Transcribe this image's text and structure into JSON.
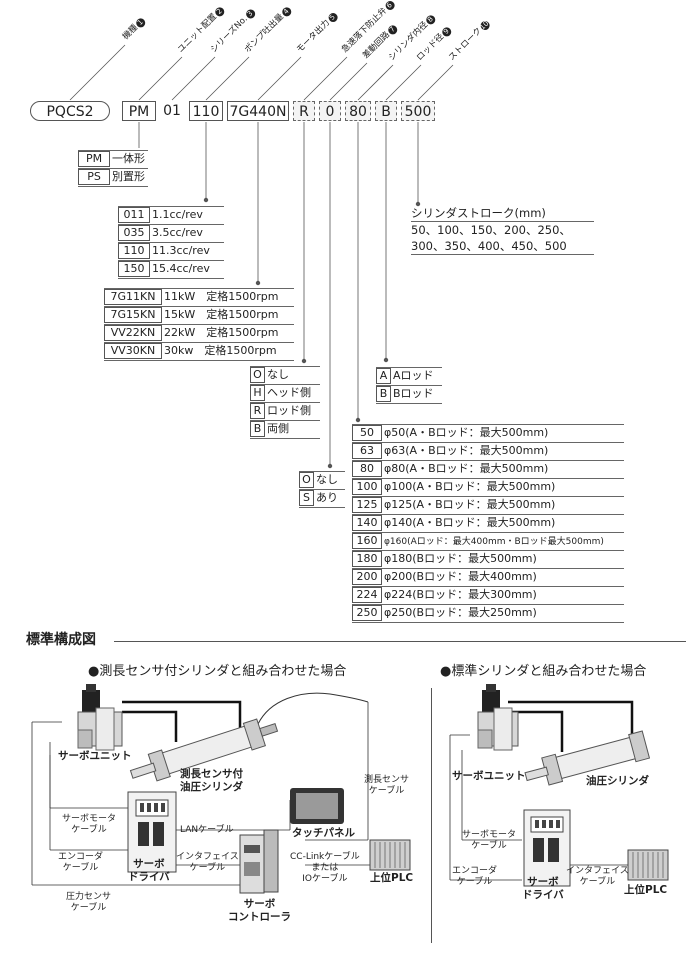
{
  "model_parts": {
    "base": "PQCS2",
    "unit": "PM",
    "series": "01",
    "pump": "110",
    "motor": "7G440N",
    "fall_prevent": "R",
    "return_circuit": "0",
    "cyl_bore": "80",
    "rod": "B",
    "stroke": "500"
  },
  "headers": [
    {
      "label": "機種",
      "num": "1"
    },
    {
      "label": "ユニット配置",
      "num": "2"
    },
    {
      "label": "シリーズNo.",
      "num": "3"
    },
    {
      "label": "ポンプ吐出量",
      "num": "4"
    },
    {
      "label": "モータ出力",
      "num": "5"
    },
    {
      "label": "急速落下防止弁",
      "num": "6"
    },
    {
      "label": "差動回路",
      "num": "7"
    },
    {
      "label": "シリンダ内径",
      "num": "8"
    },
    {
      "label": "ロッド径",
      "num": "9"
    },
    {
      "label": "ストローク",
      "num": "10"
    }
  ],
  "unit_options": [
    {
      "code": "PM",
      "desc": "一体形"
    },
    {
      "code": "PS",
      "desc": "別置形"
    }
  ],
  "pump_options": [
    {
      "code": "011",
      "desc": "1.1cc/rev"
    },
    {
      "code": "035",
      "desc": "3.5cc/rev"
    },
    {
      "code": "110",
      "desc": "11.3cc/rev"
    },
    {
      "code": "150",
      "desc": "15.4cc/rev"
    }
  ],
  "motor_options": [
    {
      "code": "7G11KN",
      "desc": "11kW　定格1500rpm"
    },
    {
      "code": "7G15KN",
      "desc": "15kW　定格1500rpm"
    },
    {
      "code": "VV22KN",
      "desc": "22kW　定格1500rpm"
    },
    {
      "code": "VV30KN",
      "desc": "30kw　定格1500rpm"
    }
  ],
  "fall_options": [
    {
      "code": "O",
      "desc": "なし"
    },
    {
      "code": "H",
      "desc": "ヘッド側"
    },
    {
      "code": "R",
      "desc": "ロッド側"
    },
    {
      "code": "B",
      "desc": "両側"
    }
  ],
  "diff_options": [
    {
      "code": "O",
      "desc": "なし"
    },
    {
      "code": "S",
      "desc": "あり"
    }
  ],
  "bore_options": [
    {
      "code": "50",
      "desc": "φ50(A・Bロッド：最大500mm)"
    },
    {
      "code": "63",
      "desc": "φ63(A・Bロッド：最大500mm)"
    },
    {
      "code": "80",
      "desc": "φ80(A・Bロッド：最大500mm)"
    },
    {
      "code": "100",
      "desc": "φ100(A・Bロッド：最大500mm)"
    },
    {
      "code": "125",
      "desc": "φ125(A・Bロッド：最大500mm)"
    },
    {
      "code": "140",
      "desc": "φ140(A・Bロッド：最大500mm)"
    },
    {
      "code": "160",
      "desc": "φ160(Aロッド：最大400mm・Bロッド最大500mm)"
    },
    {
      "code": "180",
      "desc": "φ180(Bロッド：最大500mm)"
    },
    {
      "code": "200",
      "desc": "φ200(Bロッド：最大400mm)"
    },
    {
      "code": "224",
      "desc": "φ224(Bロッド：最大300mm)"
    },
    {
      "code": "250",
      "desc": "φ250(Bロッド：最大250mm)"
    }
  ],
  "rod_options": [
    {
      "code": "A",
      "desc": "Aロッド"
    },
    {
      "code": "B",
      "desc": "Bロッド"
    }
  ],
  "stroke_block": {
    "title": "シリンダストローク(mm)",
    "line1": "50、100、150、200、250、",
    "line2": "300、350、400、450、500"
  },
  "section_title": "標準構成図",
  "left_diagram": {
    "heading": "●測長センサ付シリンダと組み合わせた場合",
    "servo_unit": "サーボユニット",
    "cylinder": "測長センサ付\n油圧シリンダ",
    "sensor_cable": "測長センサ\nケーブル",
    "servo_motor_cable": "サーボモータ\nケーブル",
    "lan_cable": "LANケーブル",
    "touch_panel": "タッチパネル",
    "encoder_cable": "エンコーダ\nケーブル",
    "servo_driver": "サーボ\nドライバ",
    "interface_cable": "インタフェイス\nケーブル",
    "cc_link": "CC-Linkケーブル\nまたは\nIOケーブル",
    "plc": "上位PLC",
    "pressure_cable": "圧力センサ\nケーブル",
    "controller": "サーボ\nコントローラ"
  },
  "right_diagram": {
    "heading": "●標準シリンダと組み合わせた場合",
    "servo_unit": "サーボユニット",
    "cylinder": "油圧シリンダ",
    "servo_motor_cable": "サーボモータ\nケーブル",
    "encoder_cable": "エンコーダ\nケーブル",
    "servo_driver": "サーボ\nドライバ",
    "interface_cable": "インタフェイス\nケーブル",
    "plc": "上位PLC"
  }
}
